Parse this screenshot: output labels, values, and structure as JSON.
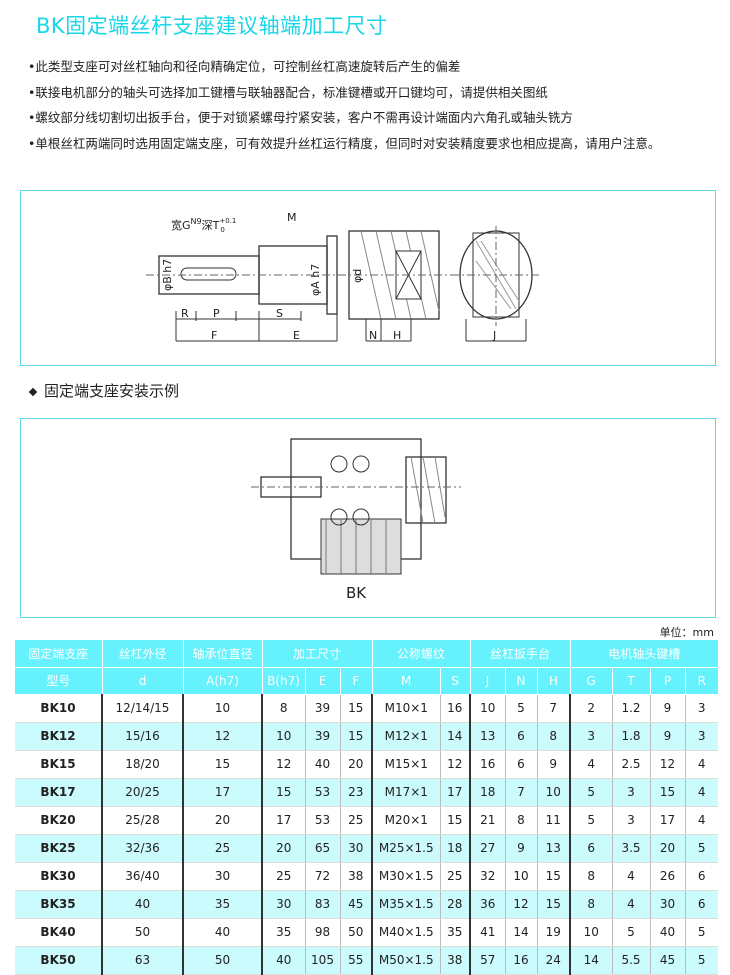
{
  "title": "BK固定端丝杆支座建议轴端加工尺寸",
  "bullets": [
    "•此类型支座可对丝杠轴向和径向精确定位，可控制丝杠高速旋转后产生的偏差",
    "•联接电机部分的轴头可选择加工键槽与联轴器配合，标准键槽或开口键均可，请提供相关图纸",
    "•螺纹部分线切割切出扳手台，便于对锁紧螺母拧紧安装，客户不需再设计端面内六角孔或轴头铣方",
    "•单根丝杠两端同时选用固定端支座，可有效提升丝杠运行精度，但同时对安装精度要求也相应提高，请用户注意。"
  ],
  "diagram": {
    "keyway_label": "宽G",
    "keyway_sup": "N9",
    "depth_label": "深T",
    "depth_sup": "+0.1",
    "depth_sub": "0",
    "labels": {
      "M": "M",
      "B": "φB h7",
      "A": "φA h7",
      "d": "φd",
      "R": "R",
      "P": "P",
      "S": "S",
      "F": "F",
      "E": "E",
      "N": "N",
      "H": "H",
      "J": "J"
    }
  },
  "section_title": "固定端支座安装示例",
  "example_label": "BK",
  "unit": "单位：mm",
  "table": {
    "group_headers": [
      "固定端支座",
      "丝杠外径",
      "轴承位直径",
      "加工尺寸",
      "公称螺纹",
      "丝杠扳手台",
      "电机轴头键槽"
    ],
    "sub_headers": [
      "型号",
      "d",
      "A(h7)",
      "B(h7)",
      "E",
      "F",
      "M",
      "S",
      "J",
      "N",
      "H",
      "G",
      "T",
      "P",
      "R"
    ],
    "rows": [
      [
        "BK10",
        "12/14/15",
        "10",
        "8",
        "39",
        "15",
        "M10×1",
        "16",
        "10",
        "5",
        "7",
        "2",
        "1.2",
        "9",
        "3"
      ],
      [
        "BK12",
        "15/16",
        "12",
        "10",
        "39",
        "15",
        "M12×1",
        "14",
        "13",
        "6",
        "8",
        "3",
        "1.8",
        "9",
        "3"
      ],
      [
        "BK15",
        "18/20",
        "15",
        "12",
        "40",
        "20",
        "M15×1",
        "12",
        "16",
        "6",
        "9",
        "4",
        "2.5",
        "12",
        "4"
      ],
      [
        "BK17",
        "20/25",
        "17",
        "15",
        "53",
        "23",
        "M17×1",
        "17",
        "18",
        "7",
        "10",
        "5",
        "3",
        "15",
        "4"
      ],
      [
        "BK20",
        "25/28",
        "20",
        "17",
        "53",
        "25",
        "M20×1",
        "15",
        "21",
        "8",
        "11",
        "5",
        "3",
        "17",
        "4"
      ],
      [
        "BK25",
        "32/36",
        "25",
        "20",
        "65",
        "30",
        "M25×1.5",
        "18",
        "27",
        "9",
        "13",
        "6",
        "3.5",
        "20",
        "5"
      ],
      [
        "BK30",
        "36/40",
        "30",
        "25",
        "72",
        "38",
        "M30×1.5",
        "25",
        "32",
        "10",
        "15",
        "8",
        "4",
        "26",
        "6"
      ],
      [
        "BK35",
        "40",
        "35",
        "30",
        "83",
        "45",
        "M35×1.5",
        "28",
        "36",
        "12",
        "15",
        "8",
        "4",
        "30",
        "6"
      ],
      [
        "BK40",
        "50",
        "40",
        "35",
        "98",
        "50",
        "M40×1.5",
        "35",
        "41",
        "14",
        "19",
        "10",
        "5",
        "40",
        "5"
      ],
      [
        "BK50",
        "63",
        "50",
        "40",
        "105",
        "55",
        "M50×1.5",
        "38",
        "57",
        "16",
        "24",
        "14",
        "5.5",
        "45",
        "5"
      ]
    ]
  },
  "colors": {
    "accent": "#19d6e8",
    "header": "#66f2fc",
    "alt_row": "#ccfbfe"
  }
}
